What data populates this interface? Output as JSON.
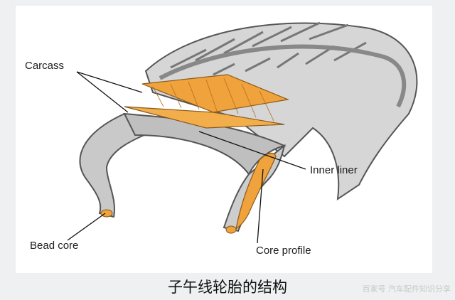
{
  "labels": {
    "carcass": "Carcass",
    "inner_liner": "Inner liner",
    "bead_core": "Bead core",
    "core_profile": "Core profile"
  },
  "caption": "子午线轮胎的结构",
  "watermark": "百家号 汽车配件知识分享",
  "colors": {
    "rubber": "#d8d8d8",
    "rubber_dark": "#a9a9a9",
    "carcass_ply": "#f0a23c",
    "outline": "#555555"
  }
}
